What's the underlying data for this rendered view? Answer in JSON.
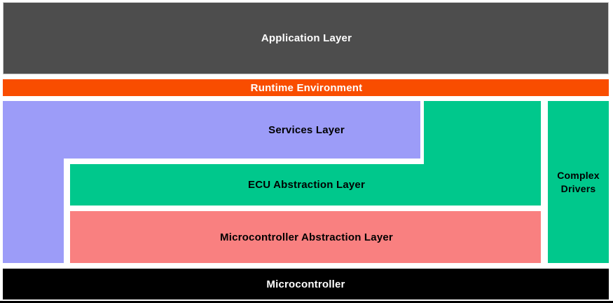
{
  "canvas": {
    "background": "#ffffff",
    "bottom_rule_color": "#000000"
  },
  "layers": {
    "application": {
      "label": "Application Layer",
      "bg": "#4d4d4d",
      "fg": "#ffffff"
    },
    "runtime_environment": {
      "label": "Runtime Environment",
      "bg": "#f94d00",
      "fg": "#ffffff"
    },
    "services": {
      "label": "Services Layer",
      "bg": "#9c9cf8",
      "fg": "#000000"
    },
    "ecu_abstraction": {
      "label": "ECU Abstraction Layer",
      "bg": "#00c88c",
      "fg": "#000000"
    },
    "microcontroller_abstraction": {
      "label": "Microcontroller Abstraction Layer",
      "bg": "#f98080",
      "fg": "#000000"
    },
    "complex_drivers": {
      "label": "Complex Drivers",
      "bg": "#00c88c",
      "fg": "#000000"
    },
    "microcontroller": {
      "label": "Microcontroller",
      "bg": "#000000",
      "fg": "#ffffff"
    }
  }
}
